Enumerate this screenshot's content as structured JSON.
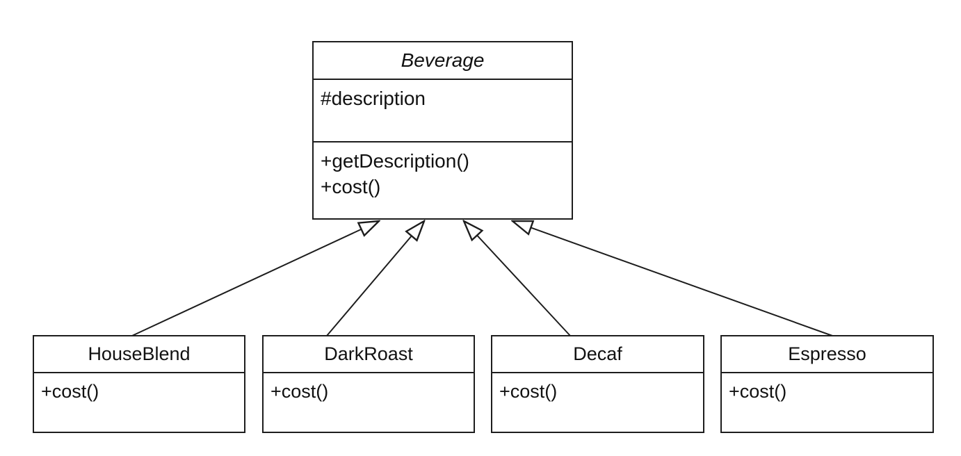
{
  "diagram": {
    "superclass": {
      "name": "Beverage",
      "abstract": true,
      "attributes": [
        "#description"
      ],
      "methods": [
        "+getDescription()",
        "+cost()"
      ]
    },
    "subclasses": [
      {
        "name": "HouseBlend",
        "methods": [
          "+cost()"
        ]
      },
      {
        "name": "DarkRoast",
        "methods": [
          "+cost()"
        ]
      },
      {
        "name": "Decaf",
        "methods": [
          "+cost()"
        ]
      },
      {
        "name": "Espresso",
        "methods": [
          "+cost()"
        ]
      }
    ],
    "relationships": [
      {
        "from": "HouseBlend",
        "to": "Beverage",
        "type": "generalization"
      },
      {
        "from": "DarkRoast",
        "to": "Beverage",
        "type": "generalization"
      },
      {
        "from": "Decaf",
        "to": "Beverage",
        "type": "generalization"
      },
      {
        "from": "Espresso",
        "to": "Beverage",
        "type": "generalization"
      }
    ],
    "colors": {
      "stroke": "#1d1d1d",
      "background": "#ffffff",
      "box_fill": "#ffffff",
      "text": "#111111"
    }
  }
}
